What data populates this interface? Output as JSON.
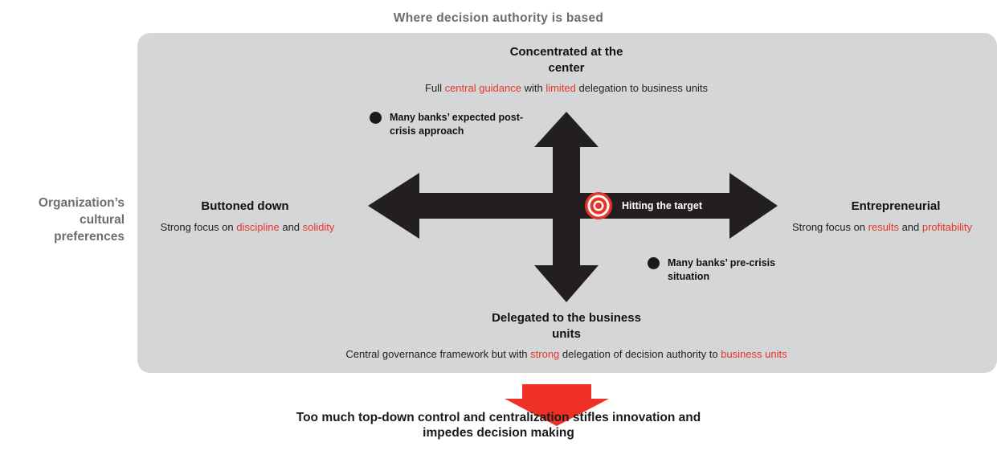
{
  "axis_titles": {
    "vertical": "Where decision authority is based",
    "horizontal": "Organization’s cultural preferences"
  },
  "top": {
    "heading": "Concentrated at the center",
    "description": {
      "p1": "Full ",
      "h1": "central guidance",
      "p2": " with ",
      "h2": "limited",
      "p3": " delegation to business units"
    }
  },
  "bottom": {
    "heading": "Delegated to the business units",
    "description": {
      "p1": "Central governance framework but with ",
      "h1": "strong",
      "p2": " delegation of decision authority to ",
      "h2": "business units"
    }
  },
  "left": {
    "heading": "Buttoned down",
    "description": {
      "p1": "Strong focus on ",
      "h1": "discipline",
      "p2": " and ",
      "h2": "solidity"
    }
  },
  "right": {
    "heading": "Entrepreneurial",
    "description": {
      "p1": "Strong focus on ",
      "h1": "results",
      "p2": " and ",
      "h2": "profitability"
    }
  },
  "markers": {
    "post_crisis": "Many banks’ expected post-crisis approach",
    "pre_crisis": "Many banks’ pre-crisis situation",
    "target": "Hitting the target"
  },
  "conclusion": "Too much top-down control and centralization stifles innovation and impedes decision making",
  "colors": {
    "accent": "#e8352a",
    "arrow": "#231f20",
    "panel": "#d5d6d7"
  }
}
